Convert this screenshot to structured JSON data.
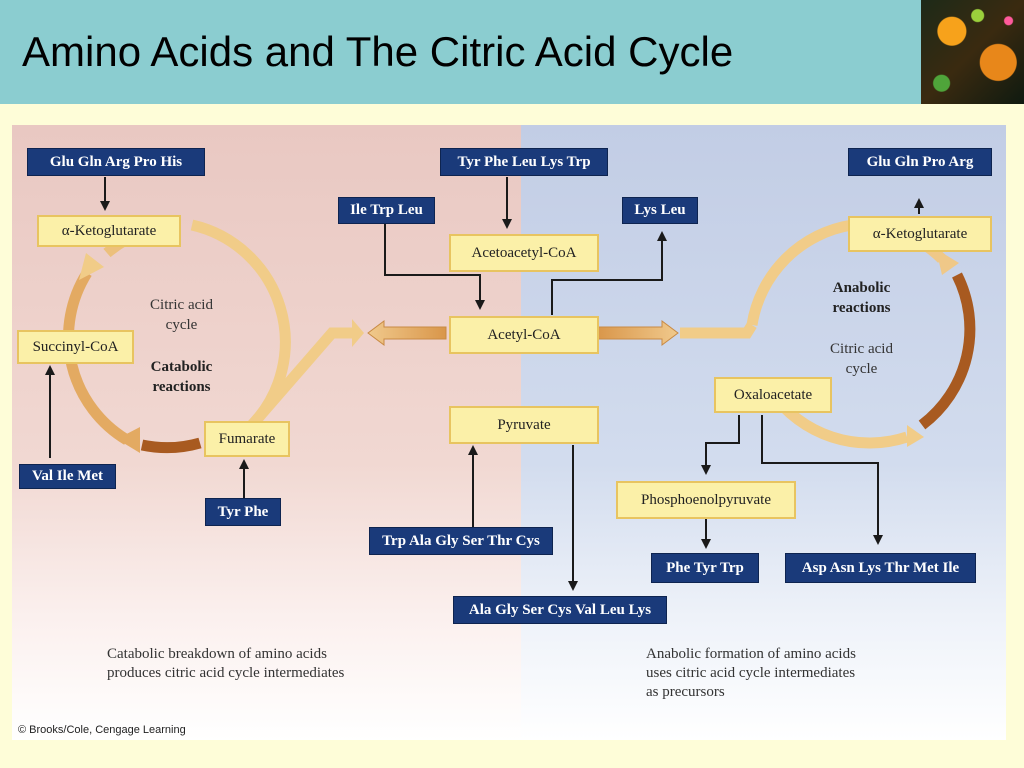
{
  "title": "Amino Acids and The Citric Acid Cycle",
  "colors": {
    "header_bg": "#8bcdd0",
    "aa_box": "#1a3a7a",
    "intermediate_box": "#fbf0a8",
    "cycle_arrow": "#e3a65e",
    "left_panel": "#e9c8c2",
    "right_panel": "#c2cde5"
  },
  "left": {
    "top_input": "Glu Gln Arg Pro His",
    "alpha_ketoglutarate": "α-Ketoglutarate",
    "succinyl_coa": "Succinyl-CoA",
    "fumarate": "Fumarate",
    "val_ile_met": "Val Ile Met",
    "tyr_phe": "Tyr Phe",
    "cycle_label": "Citric acid\ncycle",
    "reactions_label": "Catabolic\nreactions",
    "caption": "Catabolic breakdown of amino acids\nproduces citric acid cycle intermediates"
  },
  "center": {
    "tyr_phe_leu_lys_trp": "Tyr Phe Leu Lys Trp",
    "ile_trp_leu": "Ile Trp Leu",
    "lys_leu": "Lys Leu",
    "acetoacetyl_coa": "Acetoacetyl-CoA",
    "acetyl_coa": "Acetyl-CoA",
    "pyruvate": "Pyruvate",
    "trp_ala_gly_ser_thr_cys": "Trp Ala Gly Ser Thr Cys",
    "ala_gly_ser_cys_val_leu_lys": "Ala Gly Ser Cys Val Leu Lys"
  },
  "right": {
    "top_output": "Glu Gln Pro Arg",
    "alpha_ketoglutarate": "α-Ketoglutarate",
    "oxaloacetate": "Oxaloacetate",
    "phosphoenolpyruvate": "Phosphoenolpyruvate",
    "phe_tyr_trp": "Phe Tyr Trp",
    "asp_asn_lys_thr_met_ile": "Asp Asn Lys Thr Met Ile",
    "reactions_label": "Anabolic\nreactions",
    "cycle_label": "Citric acid\ncycle",
    "caption": "Anabolic formation of amino acids\nuses citric acid cycle intermediates\nas precursors"
  },
  "copyright": "© Brooks/Cole, Cengage Learning"
}
